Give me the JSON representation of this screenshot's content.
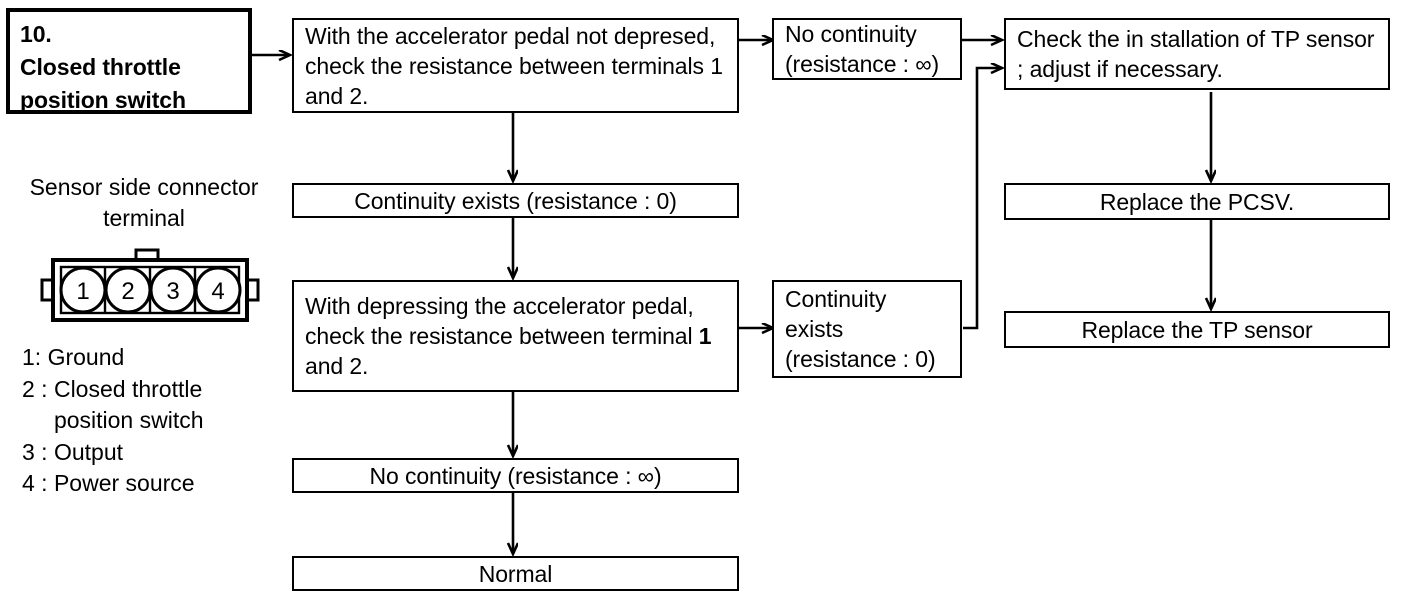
{
  "diagram": {
    "title_box": {
      "number": "10.",
      "name_line1": "Closed throttle",
      "name_line2": "position switch"
    },
    "connector": {
      "caption_line1": "Sensor side connector",
      "caption_line2": "terminal",
      "pins": [
        "1",
        "2",
        "3",
        "4"
      ],
      "legend": "1: Ground\n2 : Closed throttle\n     position switch\n3 : Output\n4 : Power source"
    },
    "nodes": {
      "check_not_depressed": "With the accelerator pedal not depresed, check the resistance between terminals 1 and 2.",
      "no_continuity_inf_top": "No continuity\n(resistance : ∞)",
      "check_tp_installation": "Check the in stallation of TP sensor ; adjust if necessary.",
      "continuity_exists_0": "Continuity exists (resistance : 0)",
      "replace_pcsv": "Replace the PCSV.",
      "check_depressing_a": "With depressing the accelerator pedal, check the resistance between terminal ",
      "check_depressing_bold": "1",
      "check_depressing_b": " and 2.",
      "continuity_exists_right": "Continuity\nexists\n(resistance : 0)",
      "replace_tp_sensor": "Replace the TP sensor",
      "no_continuity_inf_bottom": "No continuity (resistance : ∞)",
      "normal": "Normal"
    },
    "colors": {
      "stroke": "#000000",
      "background": "#ffffff"
    }
  }
}
